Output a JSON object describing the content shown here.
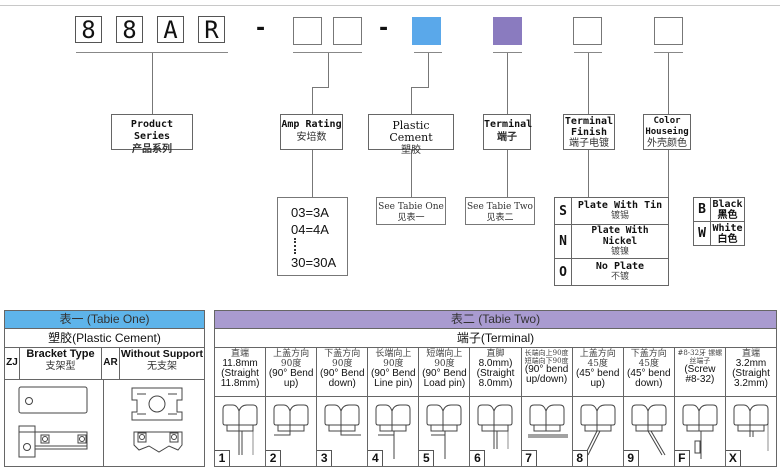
{
  "part_number": {
    "series_chars": [
      "8",
      "8",
      "A",
      "R"
    ],
    "separator": "-",
    "slot_colors": {
      "plastic_cement": "#5aa8ea",
      "terminal": "#8a7bbf"
    }
  },
  "labels": {
    "product_series": {
      "en": "Product Series",
      "cn": "产品系列"
    },
    "amp_rating": {
      "en": "Amp Rating",
      "cn": "安培数"
    },
    "plastic_cement": {
      "en": "Plastic Cement",
      "cn": "塑胶"
    },
    "terminal": {
      "en": "Terminal",
      "cn": "端子"
    },
    "terminal_finish": {
      "en1": "Terminal",
      "en2": "Finish",
      "cn": "端子电镀"
    },
    "color_housing": {
      "en1": "Color",
      "en2": "Houseing",
      "cn": "外壳颜色"
    }
  },
  "amp_options": [
    "03=3A",
    "04=4A",
    "30=30A"
  ],
  "see_boxes": {
    "table_one": {
      "en": "See Tabie One",
      "cn": "见表一"
    },
    "table_two": {
      "en": "See Tabie Two",
      "cn": "见表二"
    }
  },
  "finish_options": [
    {
      "code": "S",
      "en": "Plate With Tin",
      "cn": "镀锡"
    },
    {
      "code": "N",
      "en": "Plate With Nickel",
      "cn": "镀镍"
    },
    {
      "code": "O",
      "en": "No Plate",
      "cn": "不镀"
    }
  ],
  "color_options": [
    {
      "code": "B",
      "en": "Black",
      "cn": "黑色"
    },
    {
      "code": "W",
      "en": "White",
      "cn": "白色"
    }
  ],
  "table_one": {
    "header": "表一 (Tabie One)",
    "subheader": "塑胶(Plastic Cement)",
    "header_color": "#5eb4ea",
    "types": [
      {
        "code": "ZJ",
        "en": "Bracket Type",
        "cn": "支架型"
      },
      {
        "code": "AR",
        "en": "Without Support",
        "cn": "无支架"
      }
    ]
  },
  "table_two": {
    "header": "表二 (Tabie Two)",
    "subheader": "端子(Terminal)",
    "header_color": "#a99bd0",
    "terminals": [
      {
        "code": "1",
        "cn": "直端",
        "en": [
          "11.8mm",
          "(Straight",
          "11.8mm)"
        ]
      },
      {
        "code": "2",
        "cn": "上盖方向 90度",
        "en": [
          "(90° Bend",
          "up)"
        ]
      },
      {
        "code": "3",
        "cn": "下盖方向 90度",
        "en": [
          "(90° Bend",
          "down)"
        ]
      },
      {
        "code": "4",
        "cn": "长端向上 90度",
        "en": [
          "(90° Bend",
          "Line pin)"
        ]
      },
      {
        "code": "5",
        "cn": "短端向上 90度",
        "en": [
          "(90° Bend",
          "Load pin)"
        ]
      },
      {
        "code": "6",
        "cn": "直脚",
        "en": [
          "8.0mm)",
          "(Straight",
          "8.0mm)"
        ]
      },
      {
        "code": "7",
        "cn": "长端向上90度 短端向下90度",
        "en": [
          "(90° bend",
          "up/down)"
        ]
      },
      {
        "code": "8",
        "cn": "上盖方向 45度",
        "en": [
          "(45° bend",
          "up)"
        ]
      },
      {
        "code": "9",
        "cn": "下盖方向 45度",
        "en": [
          "(45° bend",
          "down)"
        ]
      },
      {
        "code": "F",
        "cn": "#8-32牙 镙螺丝端子",
        "en": [
          "(Screw",
          "#8-32)"
        ]
      },
      {
        "code": "X",
        "cn": "直端",
        "en": [
          "3.2mm",
          "(Straight",
          "3.2mm)"
        ]
      }
    ]
  }
}
